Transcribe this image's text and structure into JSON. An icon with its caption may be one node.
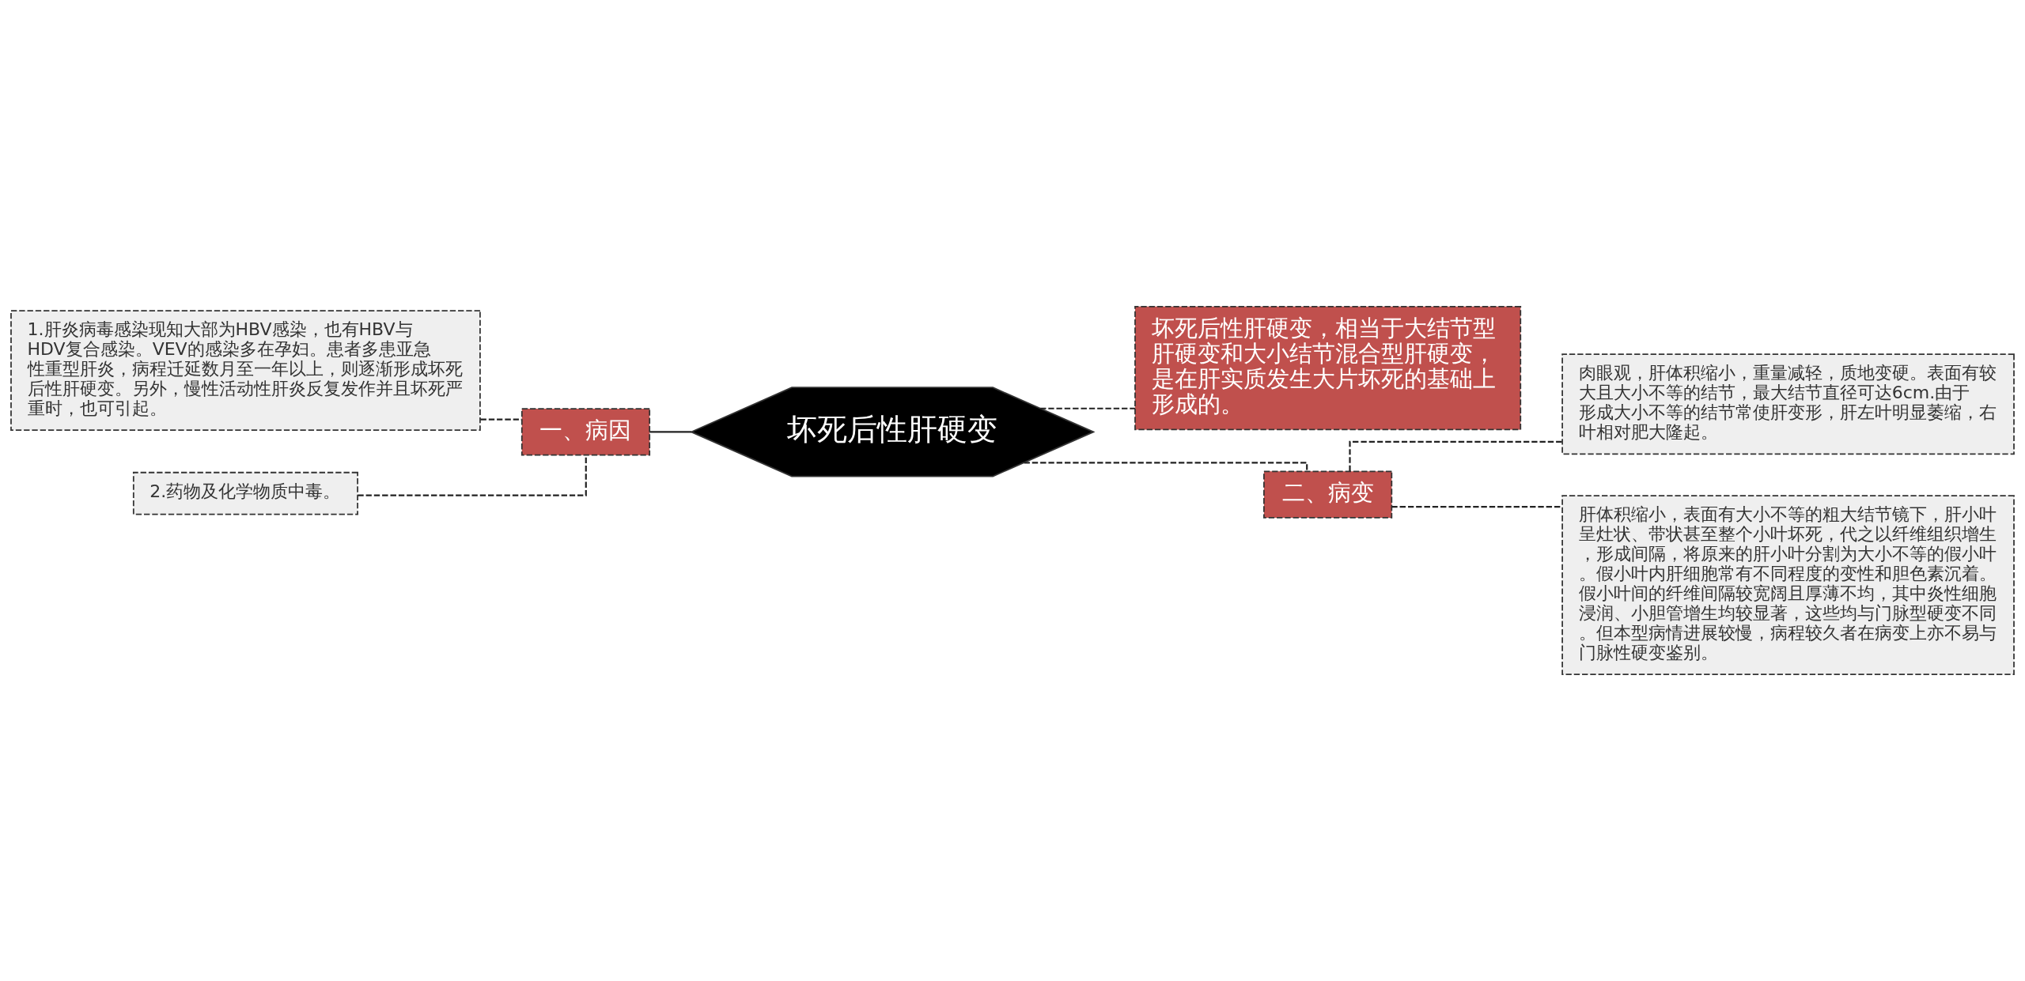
{
  "diagram": {
    "nodes": [
      {
        "text": [
          "坏死后性肝硬变"
        ]
      },
      {
        "text": [
          "一、病因"
        ]
      },
      {
        "text": [
          "1.肝炎病毒感染现知大部为HBV感染，也有HBV与HDV复合感染。VEV的感染多在孕妇。患者多患亚急性重型肝炎，病程迁延数月至一年以上，则逐渐形成坏死后性肝硬变。另外，慢性活动性肝炎反复发作并且坏死严重时，也可引起。"
        ]
      },
      {
        "text": [
          "2.药物及化学物质中毒。"
        ]
      },
      {
        "text": [
          "坏死后性肝硬变，相当于大结节型肝硬变和大小结节混合型肝硬变，是在肝实质发生大片坏死的基础上形成的。"
        ]
      },
      {
        "text": [
          "二、病变"
        ]
      },
      {
        "text": [
          "肉眼观，肝体积缩小，重量减轻，质地变硬。表面有较大且大小不等的结节，最大结节直径可达6cm.由于形成大小不等的结节常使肝变形，肝左叶明显萎缩，右叶相对肥大隆起。"
        ]
      },
      {
        "text": [
          "肝体积缩小，表面有大小不等的粗大结节镜下，肝小叶呈灶状、带状甚至整个小叶坏死，代之以纤维组织增生，形成间隔，将原来的肝小叶分割为大小不等的假小叶。假小叶内肝细胞常有不同程度的变性和胆色素沉着。假小叶间的纤维间隔较宽阔且厚薄不均，其中炎性细胞浸润、小胆管增生均较显著，这些均与门脉型硬变不同。但本型病情进展较慢，病程较久者在病变上亦不易与门脉性硬变鉴别。"
        ]
      }
    ],
    "edges": [
      {
        "from": 0,
        "to": 1,
        "arrow": "none"
      },
      {
        "from": 1,
        "to": 2,
        "arrow": "none",
        "style": "dashed"
      },
      {
        "from": 1,
        "to": 3,
        "arrow": "none",
        "style": "dashed"
      },
      {
        "from": 0,
        "to": 4,
        "arrow": "none",
        "style": "dashed"
      },
      {
        "from": 0,
        "to": 5,
        "arrow": "none",
        "style": "dashed"
      },
      {
        "from": 5,
        "to": 6,
        "arrow": "none",
        "style": "dashed"
      },
      {
        "from": 5,
        "to": 7,
        "arrow": "none",
        "style": "dashed"
      }
    ]
  }
}
